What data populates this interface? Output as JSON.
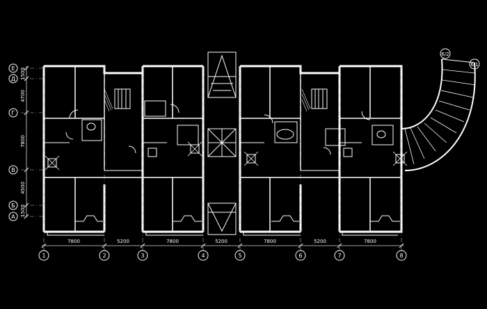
{
  "colors": {
    "background": "#000000",
    "lines": "#ffffff",
    "dims": "#dddddd"
  },
  "column_axes": [
    "1",
    "2",
    "3",
    "4",
    "5",
    "6",
    "7",
    "8"
  ],
  "column_spans": [
    "7800",
    "5200",
    "7800",
    "5200",
    "7800",
    "5200",
    "7800"
  ],
  "row_axes": [
    "Е",
    "Д",
    "Г",
    "В",
    "Б",
    "А"
  ],
  "row_spans": [
    "1500",
    "4700",
    "7800",
    "4500",
    "1500"
  ],
  "curved_axes": [
    "6/2",
    "6/1"
  ]
}
